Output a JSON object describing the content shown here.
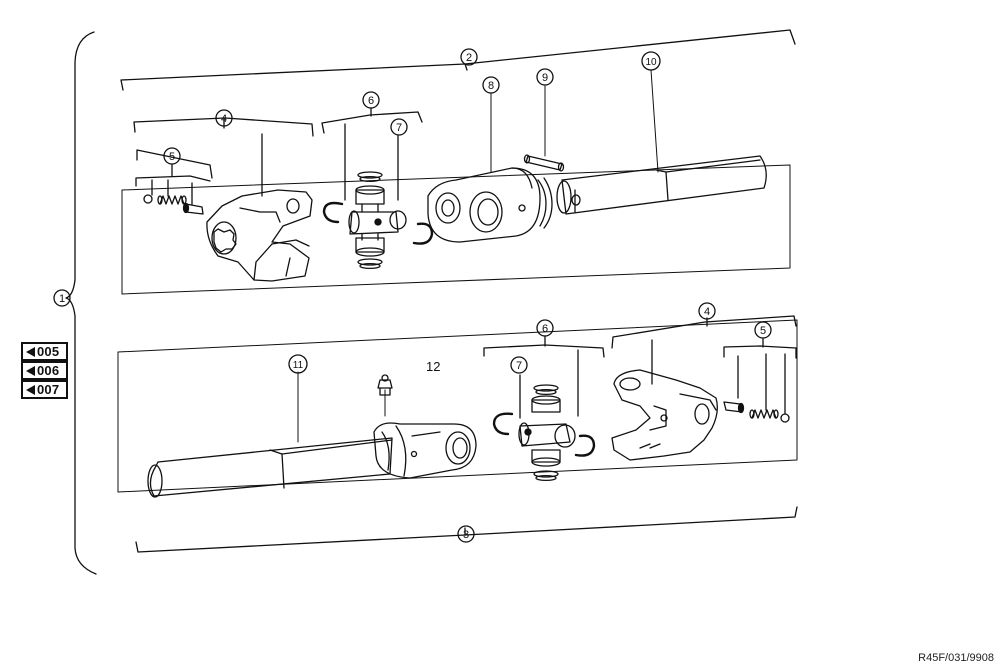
{
  "callouts": [
    {
      "id": "c1",
      "label": "1"
    },
    {
      "id": "c2",
      "label": "2"
    },
    {
      "id": "c3",
      "label": "3"
    },
    {
      "id": "c4a",
      "label": "4"
    },
    {
      "id": "c4b",
      "label": "4"
    },
    {
      "id": "c5a",
      "label": "5"
    },
    {
      "id": "c5b",
      "label": "5"
    },
    {
      "id": "c6a",
      "label": "6"
    },
    {
      "id": "c6b",
      "label": "6"
    },
    {
      "id": "c7a",
      "label": "7"
    },
    {
      "id": "c7b",
      "label": "7"
    },
    {
      "id": "c8",
      "label": "8"
    },
    {
      "id": "c9",
      "label": "9"
    },
    {
      "id": "c10",
      "label": "10"
    },
    {
      "id": "c11",
      "label": "11"
    }
  ],
  "label_12": "12",
  "ref_buttons": [
    "005",
    "006",
    "007"
  ],
  "drawing_code": "R45F/031/9908"
}
